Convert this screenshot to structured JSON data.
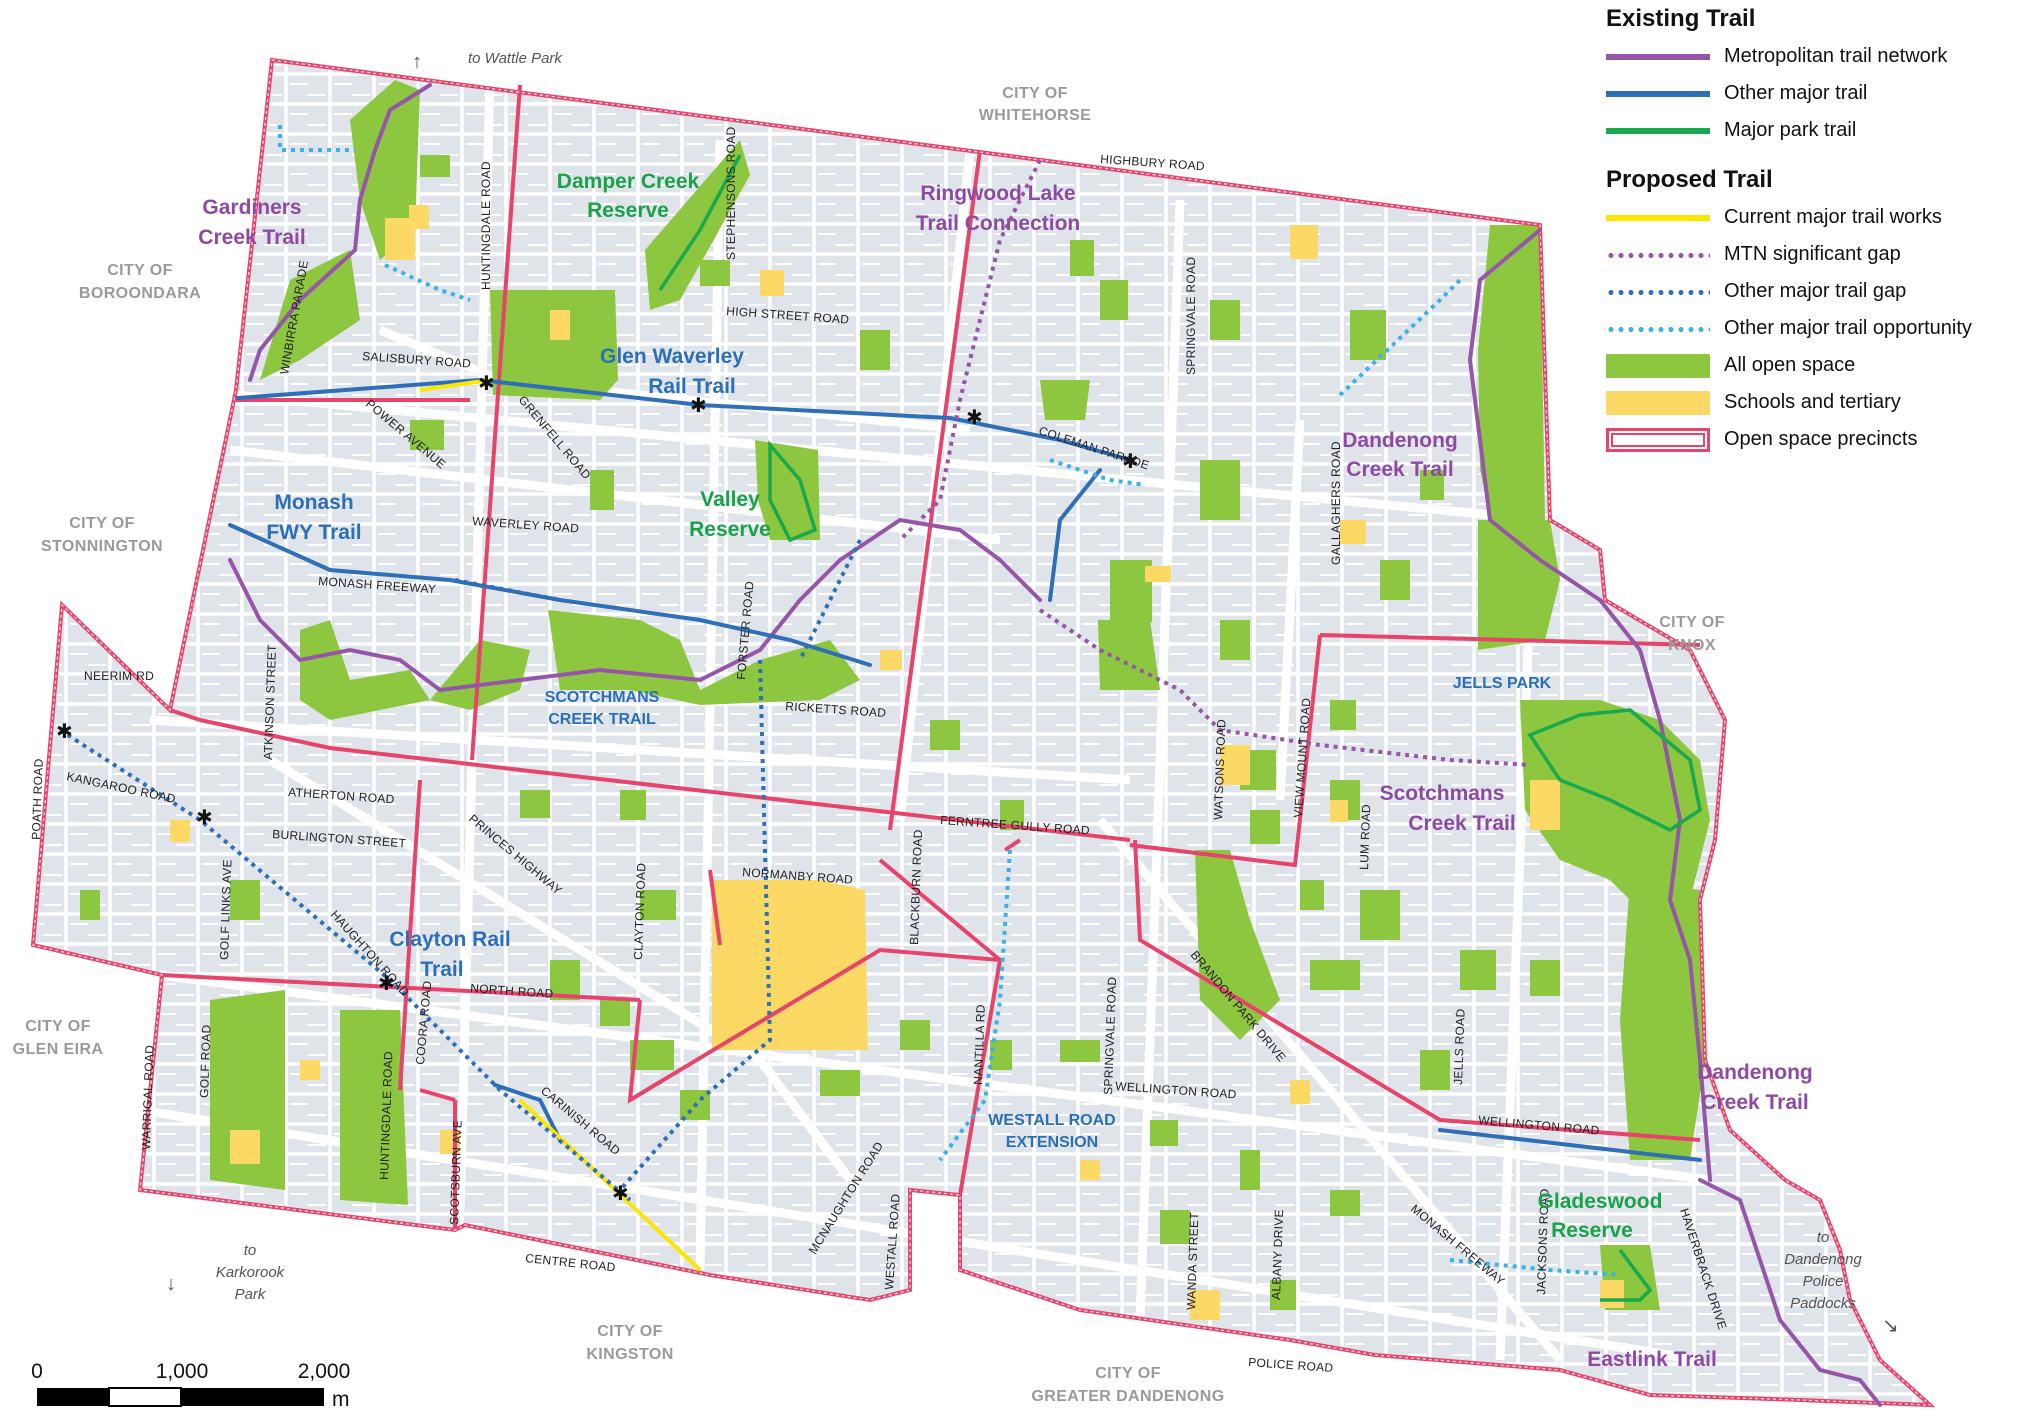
{
  "legend": {
    "existing_title": "Existing Trail",
    "existing": [
      {
        "label": "Metropolitan trail network",
        "color": "#9556a8",
        "style": "line"
      },
      {
        "label": "Other major trail",
        "color": "#2e6fb7",
        "style": "line"
      },
      {
        "label": "Major park trail",
        "color": "#1aa84c",
        "style": "line"
      }
    ],
    "proposed_title": "Proposed Trail",
    "proposed": [
      {
        "label": "Current major trail works",
        "color": "#ffe600",
        "style": "line"
      },
      {
        "label": "MTN significant gap",
        "color": "#9556a8",
        "style": "dot"
      },
      {
        "label": "Other major trail gap",
        "color": "#2e6fb7",
        "style": "dot"
      },
      {
        "label": "Other major trail opportunity",
        "color": "#3ab2e6",
        "style": "dot"
      },
      {
        "label": "All open space",
        "color": "#8dc63f",
        "style": "box"
      },
      {
        "label": "Schools and tertiary",
        "color": "#fcd965",
        "style": "box"
      },
      {
        "label": "Open space precincts",
        "color": "#e8446b",
        "style": "precinct"
      }
    ]
  },
  "cities": {
    "whitehorse": [
      "CITY OF",
      "WHITEHORSE"
    ],
    "boroondara": [
      "CITY OF",
      "BOROONDARA"
    ],
    "stonnington": [
      "CITY OF",
      "STONNINGTON"
    ],
    "knox": [
      "CITY OF",
      "KNOX"
    ],
    "glen_eira": [
      "CITY OF",
      "GLEN EIRA"
    ],
    "kingston": [
      "CITY OF",
      "KINGSTON"
    ],
    "greater_dandenong": [
      "CITY OF",
      "GREATER DANDENONG"
    ]
  },
  "trails": {
    "gardiners": [
      "Gardiners",
      "Creek Trail"
    ],
    "damper": [
      "Damper Creek",
      "Reserve"
    ],
    "ringwood": [
      "Ringwood Lake",
      "Trail Connection"
    ],
    "glen_waverley": [
      "Glen Waverley",
      "Rail Trail"
    ],
    "dandenong_n": [
      "Dandenong",
      "Creek Trail"
    ],
    "monash": [
      "Monash",
      "FWY Trail"
    ],
    "valley": [
      "Valley",
      "Reserve"
    ],
    "scotchmans_w": [
      "SCOTCHMANS",
      "CREEK TRAIL"
    ],
    "jells": "JELLS PARK",
    "scotchmans_e": [
      "Scotchmans",
      "Creek Trail"
    ],
    "clayton": [
      "Clayton Rail",
      "Trail"
    ],
    "westall": [
      "WESTALL ROAD",
      "EXTENSION"
    ],
    "dandenong_s": [
      "Dandenong",
      "Creek Trail"
    ],
    "gladeswood": [
      "Gladeswood",
      "Reserve"
    ],
    "eastlink": "Eastlink Trail"
  },
  "notes": {
    "wattle": "to Wattle Park",
    "karkorook": [
      "to",
      "Karkorook",
      "Park"
    ],
    "police": [
      "to",
      "Dandenong",
      "Police",
      "Paddocks"
    ]
  },
  "roads": {
    "highbury": "HIGHBURY ROAD",
    "huntingdale_n": "HUNTINGDALE ROAD",
    "stephensons": "STEPHENSONS ROAD",
    "high_street": "HIGH STREET ROAD",
    "winbirra": "WINBIRRA PARADE",
    "salisbury": "SALISBURY ROAD",
    "springvale_n": "SPRINGVALE ROAD",
    "power": "POWER AVENUE",
    "grenfell": "GRENFELL ROAD",
    "coleman": "COLEMAN PARADE",
    "gallaghers": "GALLAGHERS ROAD",
    "waverley": "WAVERLEY ROAD",
    "monash_fwy": "MONASH FREEWAY",
    "forster": "FORSTER ROAD",
    "neerim": "NEERIM RD",
    "atkinson": "ATKINSON STREET",
    "ricketts": "RICKETTS ROAD",
    "view_mount": "VIEW MOUNT ROAD",
    "kangaroo": "KANGAROO ROAD",
    "atherton": "ATHERTON ROAD",
    "watsons": "WATSONS ROAD",
    "poath": "POATH ROAD",
    "burlington": "BURLINGTON STREET",
    "ferntree": "FERNTREE GULLY ROAD",
    "lum": "LUM ROAD",
    "princes": "PRINCES HIGHWAY",
    "golf_links": "GOLF LINKS AVE",
    "normanby": "NORMANBY ROAD",
    "blackburn": "BLACKBURN ROAD",
    "clayton": "CLAYTON ROAD",
    "haughton": "HAUGHTON ROAD",
    "springvale_s": "SPRINGVALE ROAD",
    "brandon": "BRANDON PARK DRIVE",
    "north": "NORTH ROAD",
    "nantilla": "NANTILLA RD",
    "jells": "JELLS ROAD",
    "golf": "GOLF ROAD",
    "warrigal": "WARRIGAL ROAD",
    "huntingdale_s": "HUNTINGDALE ROAD",
    "coora": "COORA ROAD",
    "wellington_w": "WELLINGTON ROAD",
    "wellington_e": "WELLINGTON ROAD",
    "carinish": "CARINISH ROAD",
    "scotsburn": "SCOTSBURN AVE",
    "mcnaughton": "MCNAUGHTON ROAD",
    "westall": "WESTALL ROAD",
    "haverbrack": "HAVERBRACK DRIVE",
    "monash_fwy_s": "MONASH FREEWAY",
    "jacksons": "JACKSONS ROAD",
    "wanda": "WANDA STREET",
    "albany": "ALBANY DRIVE",
    "centre": "CENTRE ROAD",
    "police": "POLICE ROAD"
  },
  "scale": {
    "ticks": [
      "0",
      "1,000",
      "2,000"
    ],
    "unit": "m"
  }
}
